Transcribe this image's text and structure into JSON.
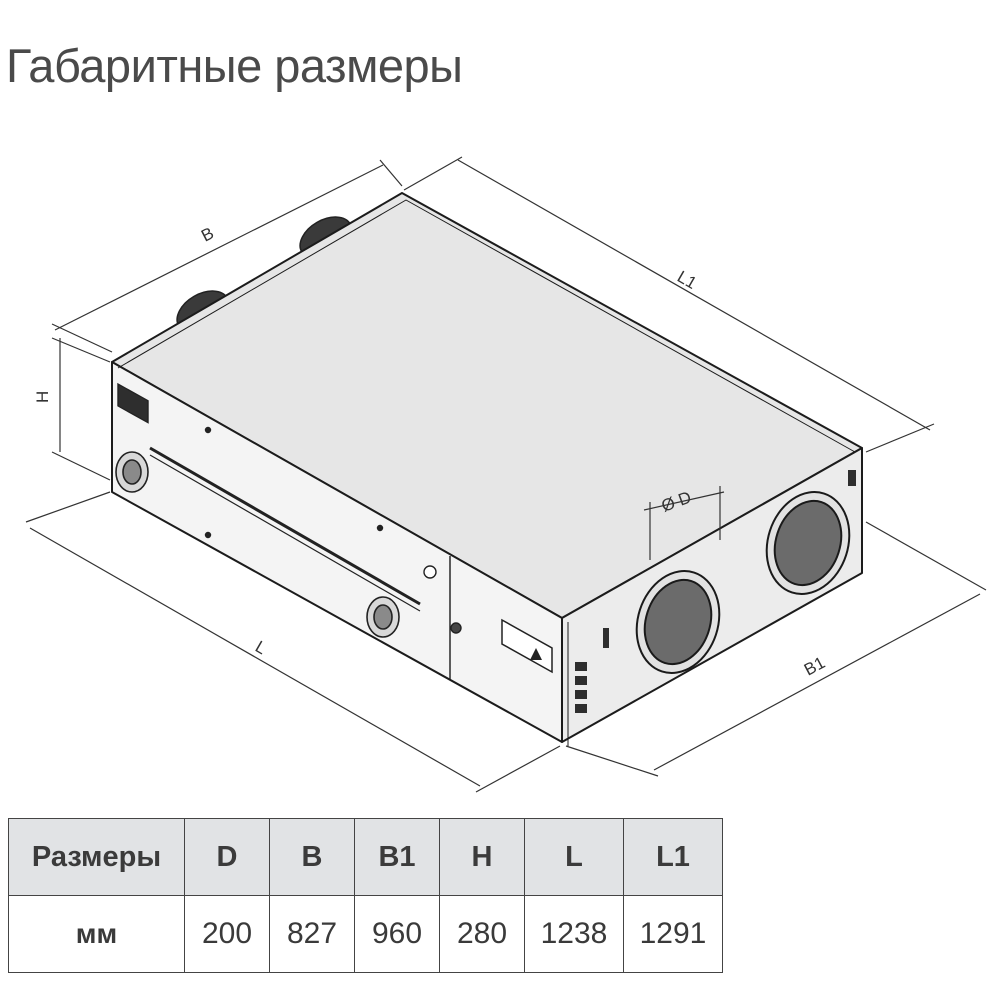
{
  "title": "Габаритные размеры",
  "diagram": {
    "labels": {
      "B": "B",
      "L1": "L1",
      "H": "H",
      "D": "Ø D",
      "L": "L",
      "B1": "B1"
    }
  },
  "table": {
    "headers": [
      "Размеры",
      "D",
      "B",
      "B1",
      "H",
      "L",
      "L1"
    ],
    "rows": [
      [
        "мм",
        "200",
        "827",
        "960",
        "280",
        "1238",
        "1291"
      ]
    ]
  }
}
